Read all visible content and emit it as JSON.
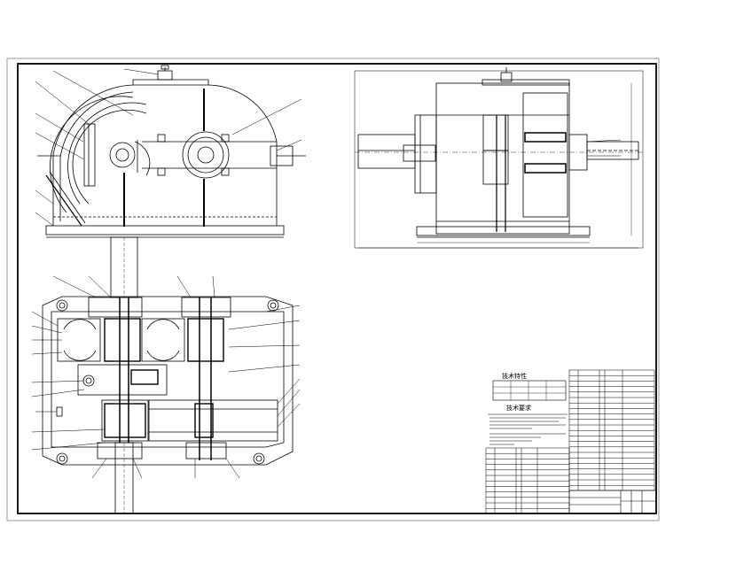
{
  "drawing": {
    "type": "two-stage gear reducer assembly drawing",
    "tech_requirements_title": "技术要求",
    "characteristics_title": "技术特性",
    "views": [
      "front-view",
      "side-view",
      "top-section-view"
    ],
    "colors": {
      "paper": "#ffffff",
      "line": "#000000",
      "outer_frame": "#808080"
    }
  }
}
